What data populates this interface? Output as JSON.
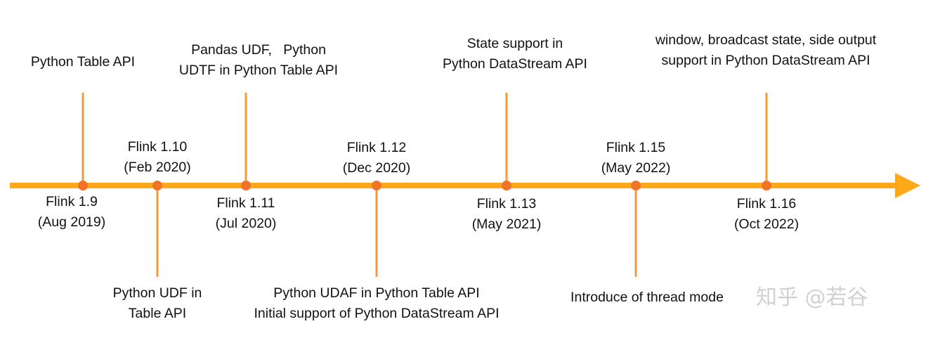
{
  "timeline": {
    "colors": {
      "axis": "#FFA81A",
      "connector": "#F39A3A",
      "marker": "#F07328"
    },
    "milestones": [
      {
        "version": "Flink 1.9",
        "date": "(Aug 2019)",
        "side": "top",
        "feature_lines": [
          "Python Table API"
        ]
      },
      {
        "version": "Flink 1.10",
        "date": "(Feb 2020)",
        "side": "bottom",
        "feature_lines": [
          "Python UDF in",
          "Table API"
        ]
      },
      {
        "version": "Flink 1.11",
        "date": "(Jul 2020)",
        "side": "top",
        "feature_lines": [
          "Pandas UDF,   Python",
          "UDTF in Python Table API"
        ]
      },
      {
        "version": "Flink 1.12",
        "date": "(Dec 2020)",
        "side": "bottom",
        "feature_lines": [
          "Python UDAF in Python Table API",
          "Initial support of Python DataStream API"
        ]
      },
      {
        "version": "Flink 1.13",
        "date": "(May 2021)",
        "side": "top",
        "feature_lines": [
          "State support in",
          "Python DataStream API"
        ]
      },
      {
        "version": "Flink 1.15",
        "date": "(May 2022)",
        "side": "bottom",
        "feature_lines": [
          "Introduce of thread mode"
        ]
      },
      {
        "version": "Flink 1.16",
        "date": "(Oct 2022)",
        "side": "top",
        "feature_lines": [
          "window, broadcast state, side output",
          "support in Python DataStream API"
        ]
      }
    ]
  },
  "watermark": {
    "text": "知乎 @若谷"
  }
}
